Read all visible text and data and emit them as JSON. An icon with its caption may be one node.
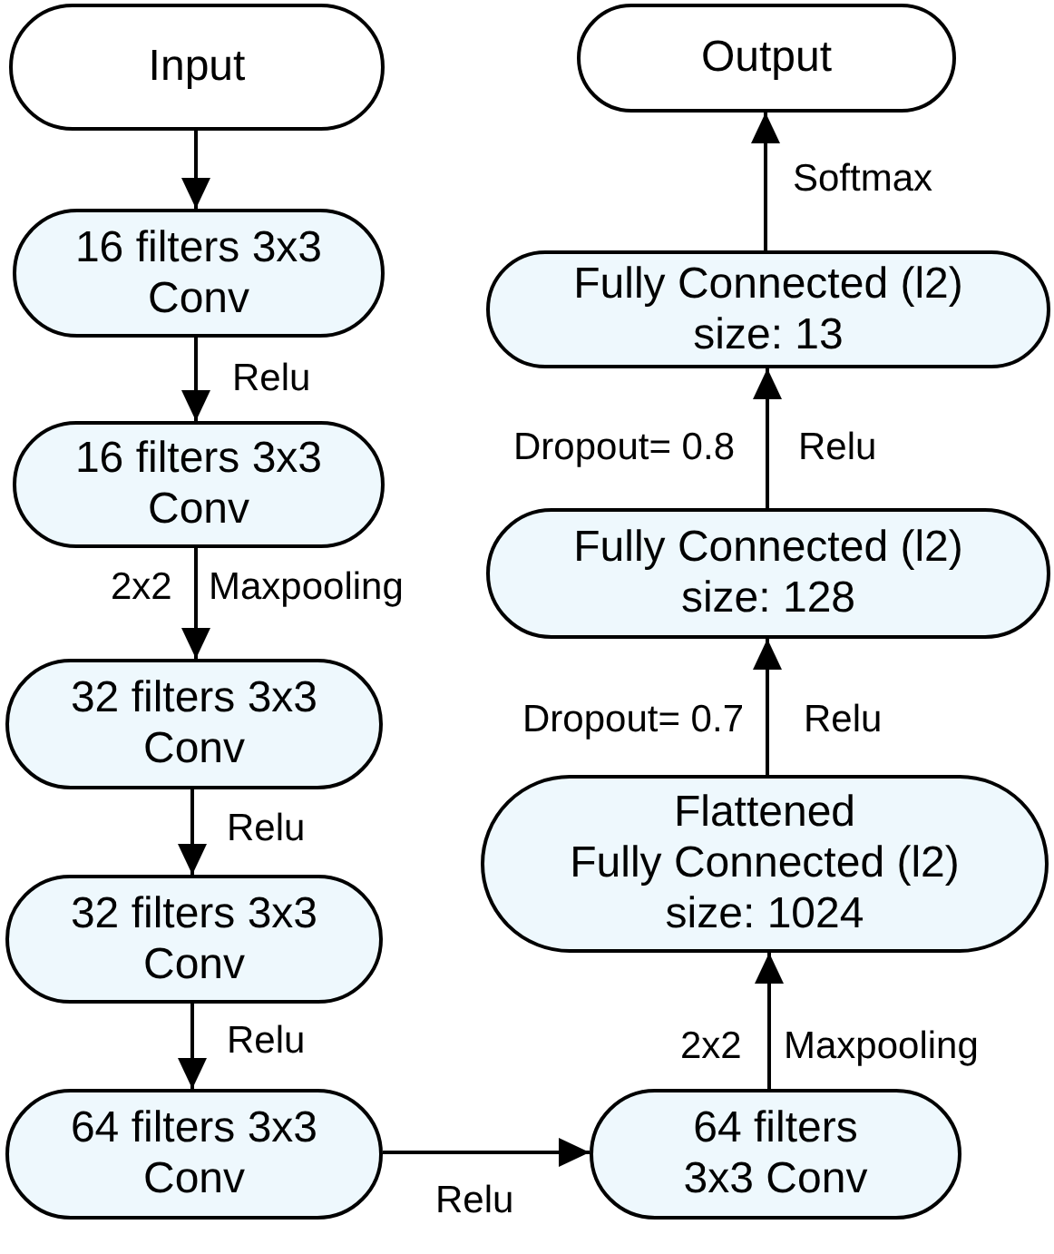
{
  "diagram": {
    "nodes": [
      {
        "text": [
          "Input"
        ]
      },
      {
        "text": [
          "16 filters 3x3 Conv"
        ]
      },
      {
        "text": [
          "16 filters 3x3 Conv"
        ]
      },
      {
        "text": [
          "32 filters 3x3 Conv"
        ]
      },
      {
        "text": [
          "32 filters 3x3 Conv"
        ]
      },
      {
        "text": [
          "64 filters 3x3 Conv"
        ]
      },
      {
        "text": [
          "64 filters 3x3 Conv"
        ]
      },
      {
        "text": [
          "Flattened",
          "Fully Connected (l2)",
          "size: 1024"
        ]
      },
      {
        "text": [
          "Fully Connected (l2)",
          "size: 128"
        ]
      },
      {
        "text": [
          "Fully Connected (l2)",
          "size: 13"
        ]
      },
      {
        "text": [
          "Output"
        ]
      }
    ],
    "edges": [
      {
        "from": 0,
        "to": 1,
        "arrow": "to"
      },
      {
        "from": 1,
        "to": 2,
        "arrow": "to",
        "label": "Relu"
      },
      {
        "from": 2,
        "to": 3,
        "arrow": "to",
        "label": "Maxpooling"
      },
      {
        "from": 3,
        "to": 4,
        "arrow": "to",
        "label": "Relu"
      },
      {
        "from": 4,
        "to": 5,
        "arrow": "to",
        "label": "Relu"
      },
      {
        "from": 5,
        "to": 6,
        "arrow": "to",
        "label": "Relu"
      },
      {
        "from": 6,
        "to": 7,
        "arrow": "to",
        "label": "Maxpooling"
      },
      {
        "from": 7,
        "to": 8,
        "arrow": "to",
        "label": "Relu"
      },
      {
        "from": 8,
        "to": 9,
        "arrow": "to",
        "label": "Relu"
      },
      {
        "from": 9,
        "to": 10,
        "arrow": "to",
        "label": "Softmax"
      }
    ],
    "labels": [
      "Dropout= 0.8",
      "2x2",
      "Dropout= 0.7",
      "2x2"
    ]
  }
}
